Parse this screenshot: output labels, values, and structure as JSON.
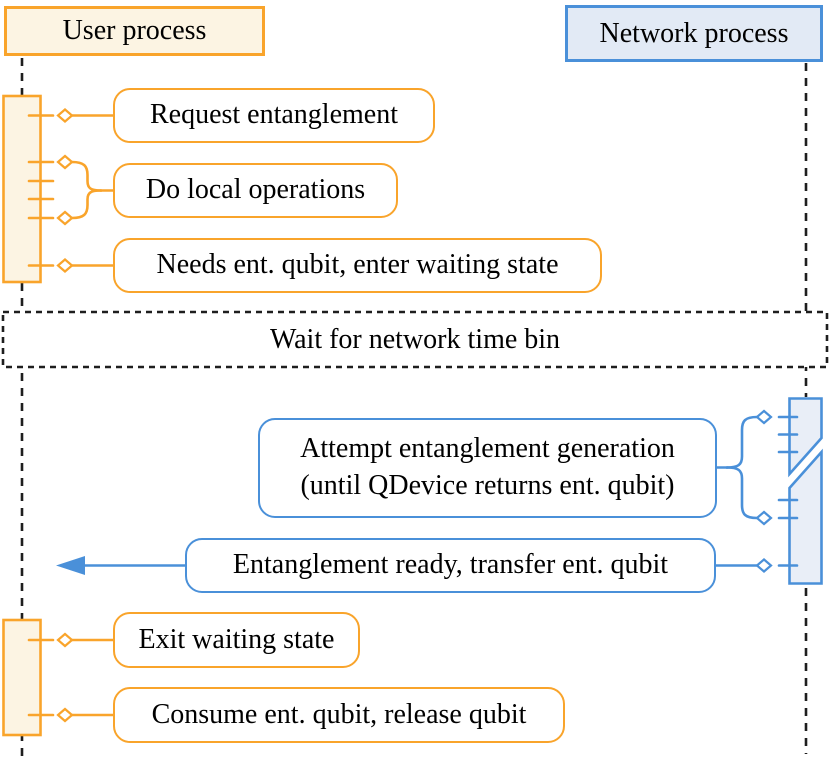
{
  "processes": {
    "user": {
      "label": "User process"
    },
    "network": {
      "label": "Network process"
    }
  },
  "wait_band": {
    "label": "Wait for network time bin"
  },
  "lanes": {
    "user": {
      "callouts": [
        "Request entanglement",
        "Do local operations",
        "Needs ent. qubit, enter waiting state",
        "Exit waiting state",
        "Consume ent. qubit, release qubit"
      ]
    },
    "network": {
      "callouts": [
        {
          "line1": "Attempt entanglement generation",
          "line2": "(until QDevice returns ent. qubit)"
        },
        {
          "line1": "Entanglement ready, transfer ent. qubit"
        }
      ]
    }
  },
  "colors": {
    "orange": "#F9A42B",
    "orange-fill": "#FCF4E3",
    "blue": "#4A90D9",
    "blue-fill": "#E9EEF7",
    "blue-header-fill": "#E2EAF5",
    "ink": "#000000",
    "line": "#1E1E1E",
    "bg": "#FFFFFF"
  }
}
